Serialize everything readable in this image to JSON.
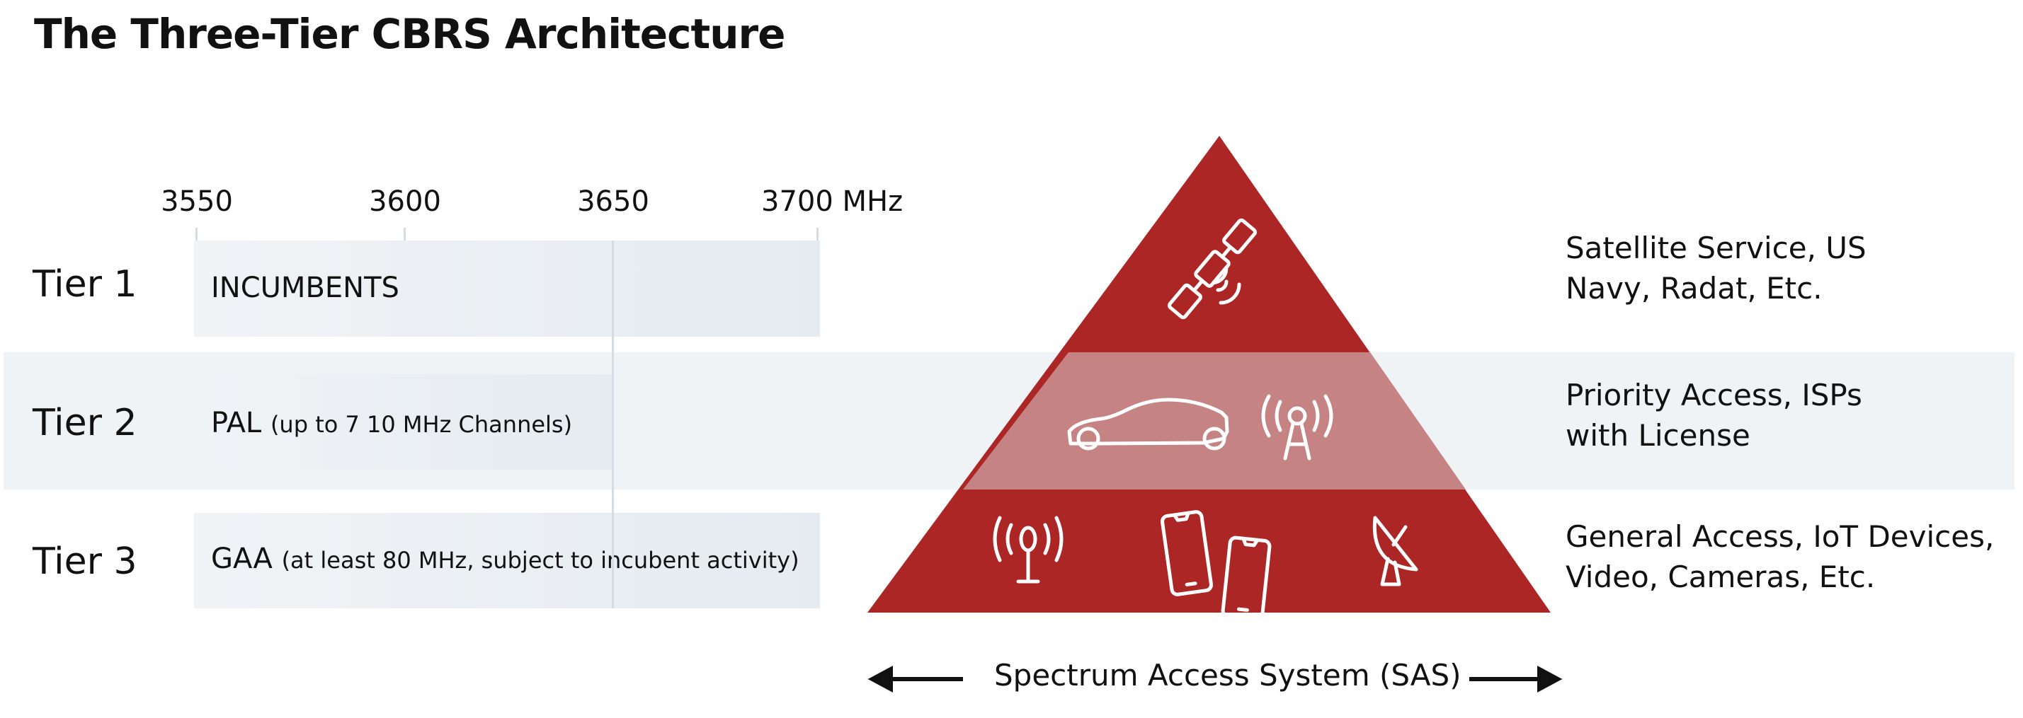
{
  "title": "The Three-Tier CBRS Architecture",
  "axis": {
    "ticks": [
      "3550",
      "3600",
      "3650",
      "3700 MHz"
    ],
    "unit": "MHz"
  },
  "tiers": [
    {
      "label": "Tier 1",
      "bar_main": "INCUMBENTS",
      "bar_sub": "",
      "description": "Satellite Service, US\nNavy, Radat, Etc.",
      "range_mhz": [
        3550,
        3700
      ],
      "icons": [
        "satellite-icon"
      ]
    },
    {
      "label": "Tier 2",
      "bar_main": "PAL",
      "bar_sub": "(up to 7 10 MHz Channels)",
      "description": "Priority Access, ISPs\nwith License",
      "range_mhz": [
        3550,
        3650
      ],
      "icons": [
        "car-icon",
        "cell-tower-icon"
      ]
    },
    {
      "label": "Tier 3",
      "bar_main": "GAA",
      "bar_sub": "(at least 80 MHz, subject to incubent activity)",
      "description": "General Access, IoT Devices,\nVideo, Cameras, Etc.",
      "range_mhz": [
        3550,
        3700
      ],
      "icons": [
        "antenna-icon",
        "smartphones-icon",
        "satellite-dish-icon"
      ]
    }
  ],
  "sas": {
    "label": "Spectrum Access System (SAS)"
  },
  "colors": {
    "pyramid_red": "#ad2626",
    "pyramid_tier2": "#c58383",
    "band": "#eff3f6",
    "bar": "#e9eef2",
    "tick": "#d3dde6"
  }
}
